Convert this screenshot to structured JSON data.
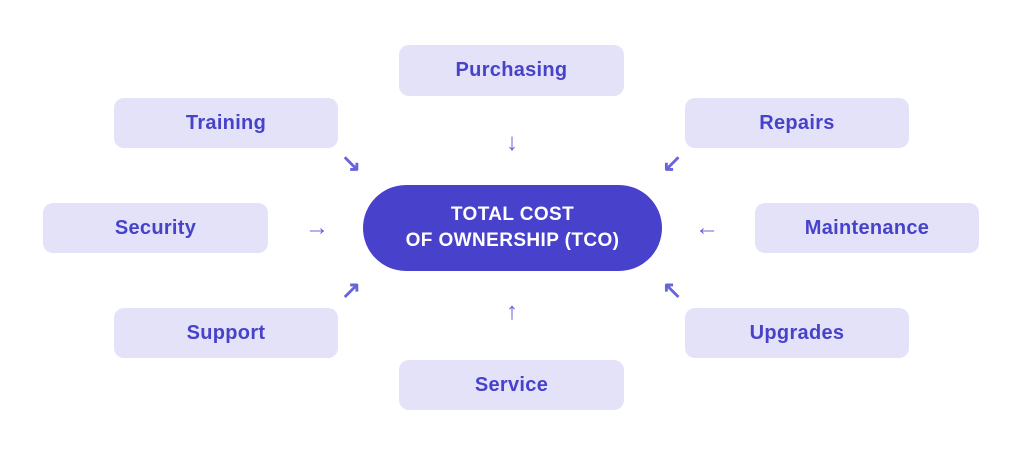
{
  "colors": {
    "background": "#ffffff",
    "node_background": "#e4e2f8",
    "node_text": "#4742ca",
    "center_background": "#4741cb",
    "center_text": "#ffffff",
    "arrow": "#6a64db"
  },
  "center": {
    "line1": "TOTAL COST",
    "line2": "OF OWNERSHIP (TCO)"
  },
  "nodes": [
    {
      "id": "purchasing",
      "label": "Purchasing"
    },
    {
      "id": "training",
      "label": "Training"
    },
    {
      "id": "repairs",
      "label": "Repairs"
    },
    {
      "id": "security",
      "label": "Security"
    },
    {
      "id": "maintenance",
      "label": "Maintenance"
    },
    {
      "id": "support",
      "label": "Support"
    },
    {
      "id": "upgrades",
      "label": "Upgrades"
    },
    {
      "id": "service",
      "label": "Service"
    }
  ],
  "arrows": [
    {
      "id": "from-purchasing",
      "glyph": "↓",
      "direction": "down"
    },
    {
      "id": "from-training",
      "glyph": "↘",
      "direction": "down-right"
    },
    {
      "id": "from-repairs",
      "glyph": "↙",
      "direction": "down-left"
    },
    {
      "id": "from-security",
      "glyph": "→",
      "direction": "right"
    },
    {
      "id": "from-maintenance",
      "glyph": "←",
      "direction": "left"
    },
    {
      "id": "from-support",
      "glyph": "↗",
      "direction": "up-right"
    },
    {
      "id": "from-upgrades",
      "glyph": "↖",
      "direction": "up-left"
    },
    {
      "id": "from-service",
      "glyph": "↑",
      "direction": "up"
    }
  ]
}
